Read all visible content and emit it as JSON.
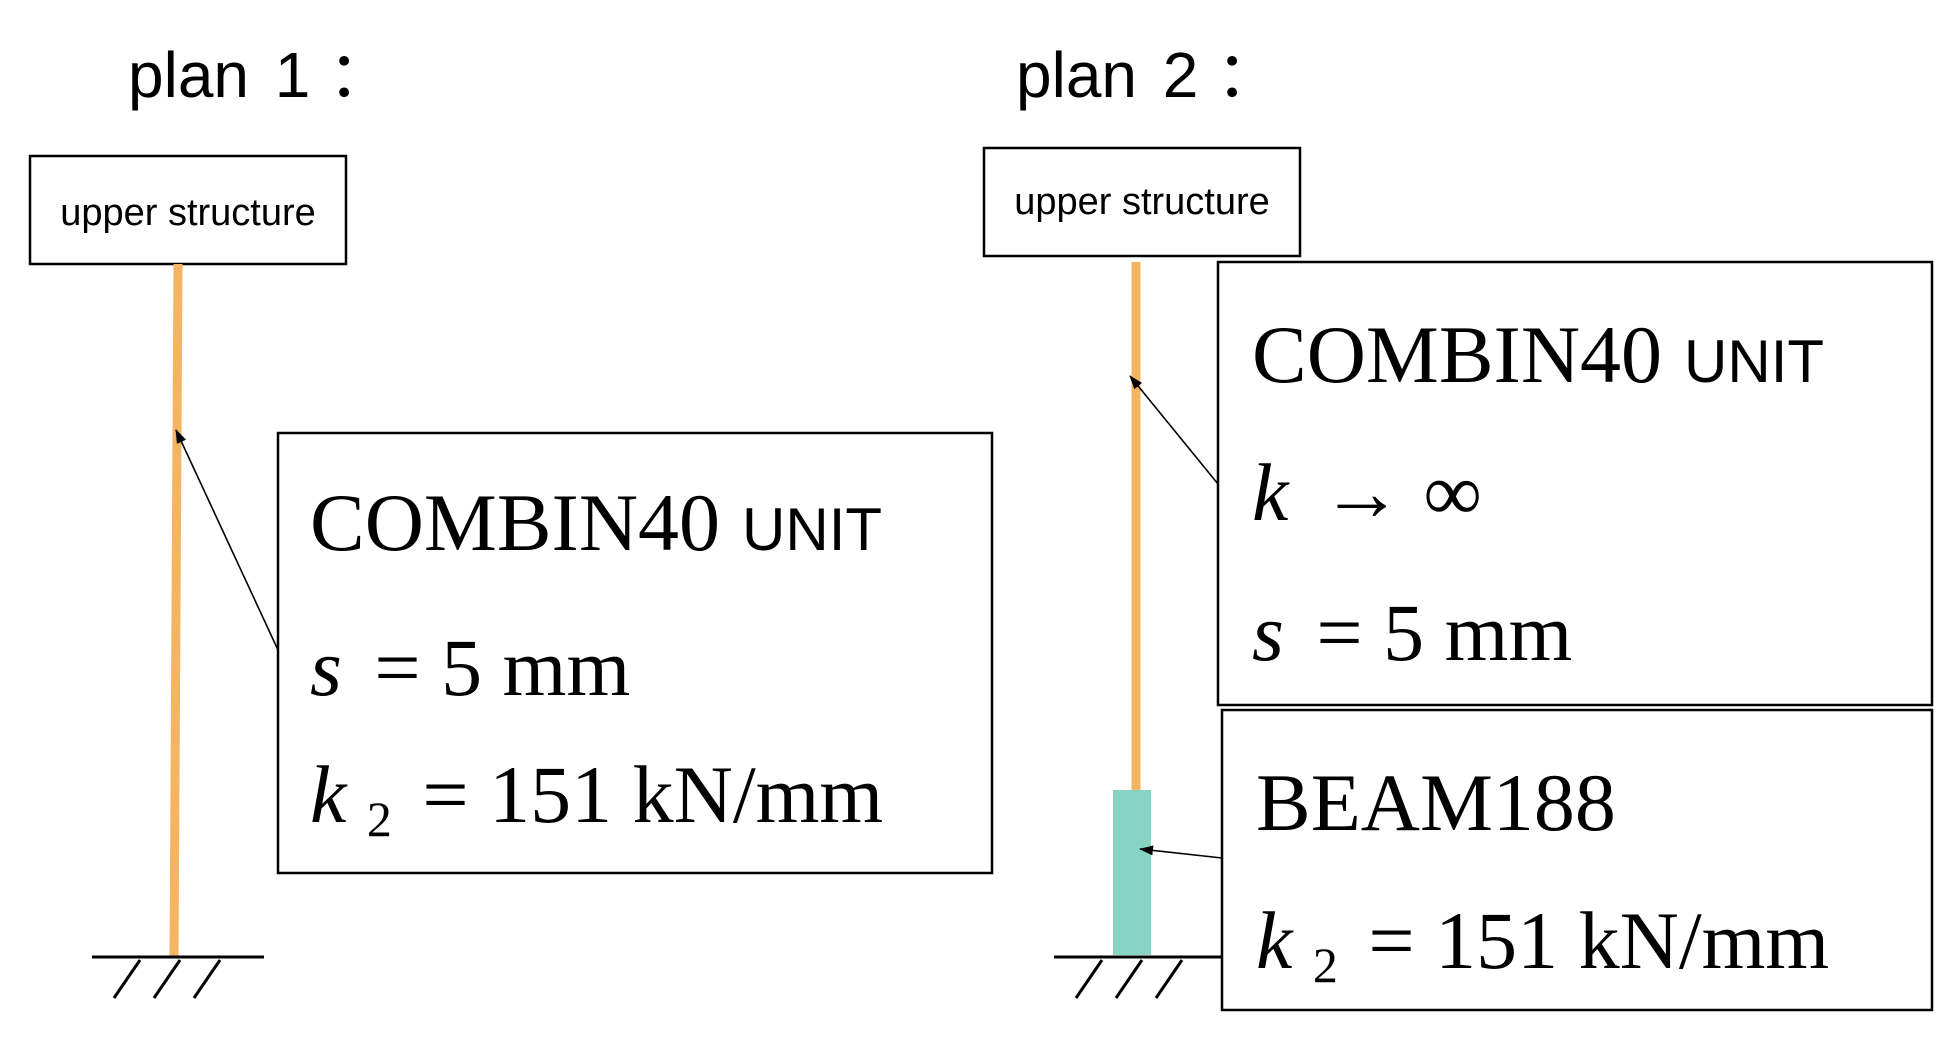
{
  "colors": {
    "combin40_rod": "#f5b461",
    "beam188": "#87d3c4",
    "line": "#000000"
  },
  "plan1": {
    "title_word": "plan",
    "title_number": "1",
    "title_colon": "：",
    "upper_structure_label": "upper structure",
    "element_name": "COMBIN40",
    "element_unit_word": "UNIT",
    "gap_symbol": "s",
    "gap_value": "= 5 mm",
    "stiffness_symbol": "k",
    "stiffness_subscript": "2",
    "stiffness_value": "= 151 kN/mm"
  },
  "plan2": {
    "title_word": "plan",
    "title_number": "2",
    "title_colon": "：",
    "upper_structure_label": "upper structure",
    "combin_name": "COMBIN40",
    "combin_unit_word": "UNIT",
    "combin_stiffness_symbol": "k",
    "combin_stiffness_value": "→ ∞",
    "gap_symbol": "s",
    "gap_value": "= 5 mm",
    "beam_name": "BEAM188",
    "beam_stiffness_symbol": "k",
    "beam_stiffness_subscript": "2",
    "beam_stiffness_value": "= 151 kN/mm"
  }
}
